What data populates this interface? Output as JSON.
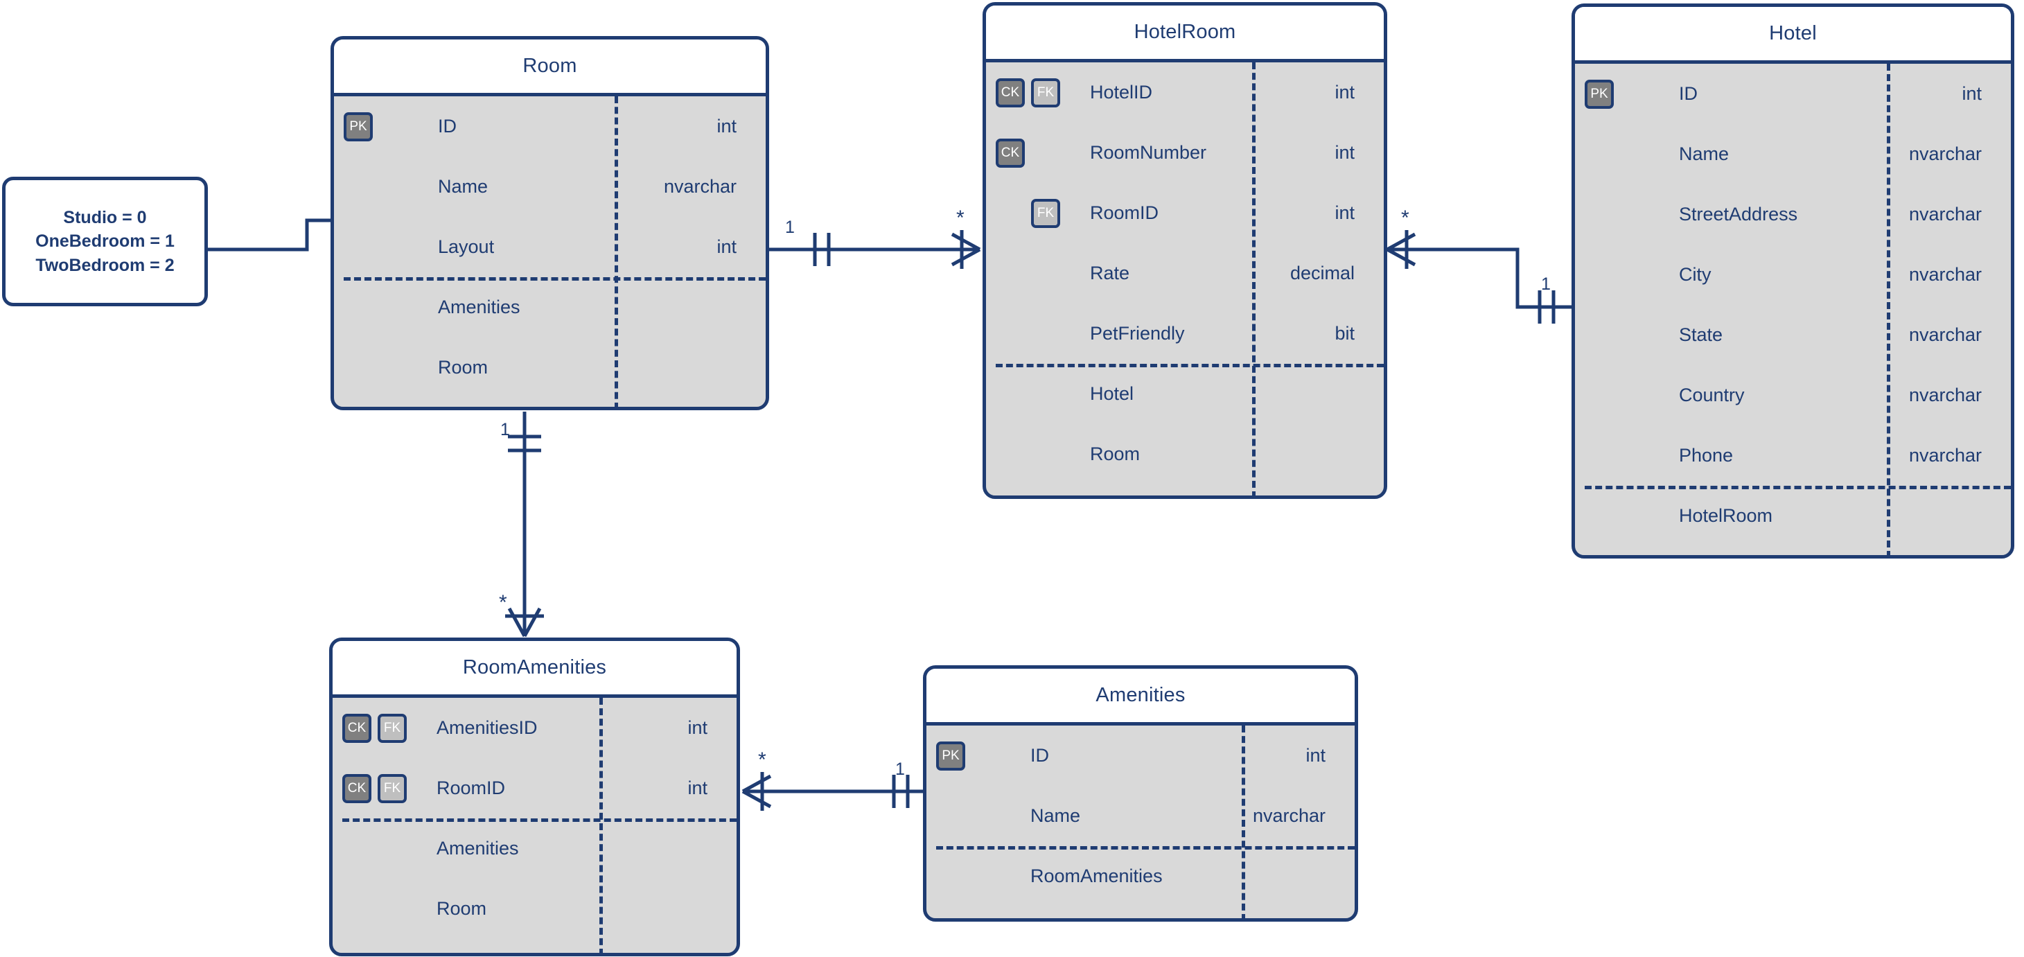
{
  "diagram": {
    "kind": "entity-relationship-diagram",
    "accent_color": "#1F3C72",
    "entity_fill": "#D9D9D9",
    "header_fill": "#FFFFFF",
    "pk_badge_color": "#808080",
    "ck_badge_color": "#808080",
    "fk_badge_color": "#BFBFBF"
  },
  "note": {
    "name": "layout-enum-note",
    "lines": [
      "Studio = 0",
      "OneBedroom = 1",
      "TwoBedroom = 2"
    ]
  },
  "entities": {
    "room": {
      "title": "Room",
      "attributes": [
        {
          "keys": [
            "PK"
          ],
          "name": "ID",
          "type": "int"
        },
        {
          "keys": [],
          "name": "Name",
          "type": "nvarchar"
        },
        {
          "keys": [],
          "name": "Layout",
          "type": "int"
        }
      ],
      "navigations": [
        {
          "name": "Amenities",
          "type": ""
        },
        {
          "name": "Room",
          "type": ""
        }
      ]
    },
    "hotelroom": {
      "title": "HotelRoom",
      "attributes": [
        {
          "keys": [
            "CK",
            "FK"
          ],
          "name": "HotelID",
          "type": "int"
        },
        {
          "keys": [
            "CK"
          ],
          "name": "RoomNumber",
          "type": "int"
        },
        {
          "keys": [
            "FK"
          ],
          "name": "RoomID",
          "type": "int"
        },
        {
          "keys": [],
          "name": "Rate",
          "type": "decimal"
        },
        {
          "keys": [],
          "name": "PetFriendly",
          "type": "bit"
        }
      ],
      "navigations": [
        {
          "name": "Hotel",
          "type": ""
        },
        {
          "name": "Room",
          "type": ""
        }
      ]
    },
    "hotel": {
      "title": "Hotel",
      "attributes": [
        {
          "keys": [
            "PK"
          ],
          "name": "ID",
          "type": "int"
        },
        {
          "keys": [],
          "name": "Name",
          "type": "nvarchar"
        },
        {
          "keys": [],
          "name": "StreetAddress",
          "type": "nvarchar"
        },
        {
          "keys": [],
          "name": "City",
          "type": "nvarchar"
        },
        {
          "keys": [],
          "name": "State",
          "type": "nvarchar"
        },
        {
          "keys": [],
          "name": "Country",
          "type": "nvarchar"
        },
        {
          "keys": [],
          "name": "Phone",
          "type": "nvarchar"
        }
      ],
      "navigations": [
        {
          "name": "HotelRoom",
          "type": ""
        }
      ]
    },
    "roomamenities": {
      "title": "RoomAmenities",
      "attributes": [
        {
          "keys": [
            "CK",
            "FK"
          ],
          "name": "AmenitiesID",
          "type": "int"
        },
        {
          "keys": [
            "CK",
            "FK"
          ],
          "name": "RoomID",
          "type": "int"
        }
      ],
      "navigations": [
        {
          "name": "Amenities",
          "type": ""
        },
        {
          "name": "Room",
          "type": ""
        }
      ]
    },
    "amenities": {
      "title": "Amenities",
      "attributes": [
        {
          "keys": [
            "PK"
          ],
          "name": "ID",
          "type": "int"
        },
        {
          "keys": [],
          "name": "Name",
          "type": "nvarchar"
        }
      ],
      "navigations": [
        {
          "name": "RoomAmenities",
          "type": ""
        }
      ]
    }
  },
  "relationships": [
    {
      "id": "room-hotelroom",
      "from": "Room",
      "to": "HotelRoom",
      "from_cardinality": "1",
      "to_cardinality": "*"
    },
    {
      "id": "hotelroom-hotel",
      "from": "HotelRoom",
      "to": "Hotel",
      "from_cardinality": "*",
      "to_cardinality": "1"
    },
    {
      "id": "room-roomamenities",
      "from": "Room",
      "to": "RoomAmenities",
      "from_cardinality": "1",
      "to_cardinality": "*"
    },
    {
      "id": "roomamenities-amenities",
      "from": "RoomAmenities",
      "to": "Amenities",
      "from_cardinality": "*",
      "to_cardinality": "1"
    }
  ]
}
